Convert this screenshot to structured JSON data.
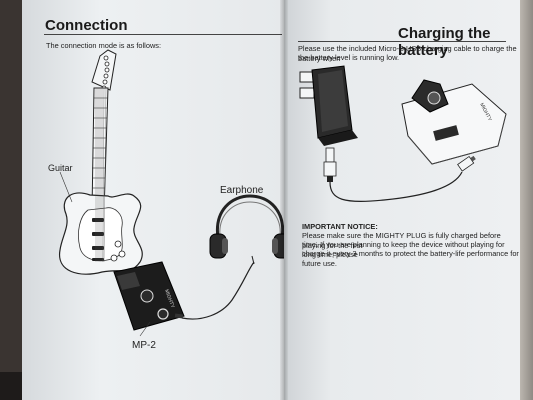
{
  "left_page": {
    "title": "Connection",
    "intro": "The connection mode is as follows:",
    "labels": {
      "guitar": "Guitar",
      "earphone": "Earphone",
      "device": "MP-2"
    }
  },
  "right_page": {
    "title": "Charging the battery",
    "intro_line1": "Please use the included Micro-B USB charging cable to charge the battery when",
    "intro_line2": "the battery level is running low.",
    "notice_heading": "IMPORTANT NOTICE:",
    "notice_line1": "Please make sure the MIGHTY PLUG is fully charged before playing for the first",
    "notice_line2": "time. If you are planning to keep the device without playing for long time, please",
    "notice_line3": "charge it every 3 months to protect the battery-life performance for future use."
  },
  "colors": {
    "paper": "#e9edf0",
    "ink": "#1a1a1a",
    "background": "#2a2624"
  }
}
